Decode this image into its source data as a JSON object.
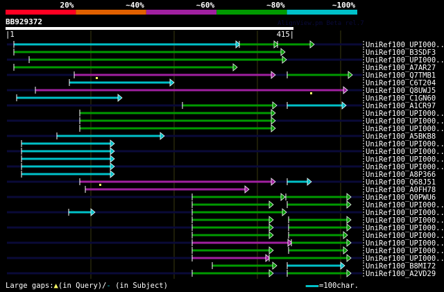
{
  "colors": {
    "red": "#ff0022",
    "orange": "#e06000",
    "purple": "#a020a0",
    "green": "#009a00",
    "cyan": "#00c0c8",
    "grid": "#3a3a10",
    "rowline": "#0a0a38"
  },
  "scale": {
    "labels": [
      "20%",
      "~40%",
      "~60%",
      "~80%",
      "~100%"
    ],
    "colors": [
      "red",
      "orange",
      "purple",
      "green",
      "cyan"
    ]
  },
  "query": {
    "name": "BB929372",
    "start": "|1",
    "end": "415|",
    "length": 415,
    "watermark": "AlignView.pm Beta rel.7"
  },
  "legend": {
    "gaps_label": "Large gaps:",
    "query_text": "(in Query)/",
    "subject_symbol": "-",
    "subject_text": " (in Subject)",
    "scale_text": "=100char."
  },
  "hits": [
    {
      "label": "UniRef100_UPI000..",
      "segs": [
        [
          10,
          335,
          "cyan"
        ],
        [
          335,
          390,
          "green"
        ],
        [
          390,
          442,
          "green"
        ]
      ]
    },
    {
      "label": "UniRef100_B3SDF3",
      "segs": [
        [
          10,
          400,
          "green"
        ]
      ]
    },
    {
      "label": "UniRef100_UPI000..",
      "segs": [
        [
          32,
          402,
          "green"
        ]
      ]
    },
    {
      "label": "UniRef100_A7AR27",
      "segs": [
        [
          10,
          331,
          "green"
        ]
      ]
    },
    {
      "label": "UniRef100_Q7TMB1",
      "segs": [
        [
          97,
          386,
          "purple"
        ],
        [
          404,
          497,
          "green"
        ]
      ],
      "qgaps": [
        129
      ]
    },
    {
      "label": "UniRef100_C6T204",
      "segs": [
        [
          90,
          240,
          "cyan"
        ]
      ]
    },
    {
      "label": "UniRef100_Q8UWJ5",
      "segs": [
        [
          41,
          490,
          "purple"
        ]
      ],
      "qgaps": [
        438
      ]
    },
    {
      "label": "UniRef100_C1GN60",
      "segs": [
        [
          14,
          165,
          "cyan"
        ]
      ]
    },
    {
      "label": "UniRef100_A1CR97",
      "segs": [
        [
          253,
          388,
          "green"
        ],
        [
          404,
          488,
          "cyan"
        ]
      ]
    },
    {
      "label": "UniRef100_UPI000..",
      "segs": [
        [
          105,
          386,
          "green"
        ]
      ]
    },
    {
      "label": "UniRef100_UPI000..",
      "segs": [
        [
          105,
          386,
          "green"
        ]
      ]
    },
    {
      "label": "UniRef100_UPI000..",
      "segs": [
        [
          105,
          386,
          "green"
        ]
      ]
    },
    {
      "label": "UniRef100_A5BKB8",
      "segs": [
        [
          72,
          226,
          "cyan"
        ]
      ]
    },
    {
      "label": "UniRef100_UPI000..",
      "segs": [
        [
          21,
          154,
          "cyan"
        ]
      ]
    },
    {
      "label": "UniRef100_UPI000..",
      "segs": [
        [
          21,
          154,
          "cyan"
        ]
      ]
    },
    {
      "label": "UniRef100_UPI000..",
      "segs": [
        [
          21,
          154,
          "cyan"
        ]
      ]
    },
    {
      "label": "UniRef100_UPI000..",
      "segs": [
        [
          21,
          154,
          "cyan"
        ]
      ]
    },
    {
      "label": "UniRef100_A8P366",
      "segs": [
        [
          21,
          154,
          "cyan"
        ]
      ]
    },
    {
      "label": "UniRef100_Q68J51",
      "segs": [
        [
          105,
          386,
          "purple"
        ],
        [
          404,
          438,
          "cyan"
        ]
      ],
      "qgaps": [
        134
      ]
    },
    {
      "label": "UniRef100_A0FH78",
      "segs": [
        [
          113,
          348,
          "purple"
        ]
      ]
    },
    {
      "label": "UniRef100_Q0PWU6",
      "segs": [
        [
          267,
          400,
          "green"
        ],
        [
          402,
          495,
          "green"
        ]
      ]
    },
    {
      "label": "UniRef100_UPI000..",
      "segs": [
        [
          267,
          383,
          "green"
        ],
        [
          404,
          495,
          "green"
        ]
      ]
    },
    {
      "label": "UniRef100_UPI000..",
      "segs": [
        [
          89,
          126,
          "cyan"
        ],
        [
          267,
          402,
          "green"
        ]
      ]
    },
    {
      "label": "UniRef100_UPI000..",
      "segs": [
        [
          267,
          383,
          "green"
        ],
        [
          406,
          495,
          "green"
        ]
      ]
    },
    {
      "label": "UniRef100_UPI000..",
      "segs": [
        [
          267,
          383,
          "green"
        ],
        [
          406,
          495,
          "green"
        ]
      ]
    },
    {
      "label": "UniRef100_UPI000..",
      "segs": [
        [
          267,
          383,
          "green"
        ],
        [
          406,
          490,
          "green"
        ]
      ]
    },
    {
      "label": "UniRef100_UPI000..",
      "segs": [
        [
          267,
          410,
          "purple"
        ],
        [
          410,
          495,
          "green"
        ]
      ]
    },
    {
      "label": "UniRef100_UPI000..",
      "segs": [
        [
          267,
          383,
          "green"
        ],
        [
          406,
          490,
          "green"
        ]
      ]
    },
    {
      "label": "UniRef100_UPI000..",
      "segs": [
        [
          267,
          378,
          "purple"
        ],
        [
          378,
          495,
          "green"
        ]
      ]
    },
    {
      "label": "UniRef100_B8MI72",
      "segs": [
        [
          296,
          388,
          "green"
        ],
        [
          404,
          486,
          "cyan"
        ]
      ]
    },
    {
      "label": "UniRef100_A2VD29",
      "segs": [
        [
          267,
          383,
          "green"
        ],
        [
          404,
          495,
          "green"
        ]
      ]
    }
  ]
}
